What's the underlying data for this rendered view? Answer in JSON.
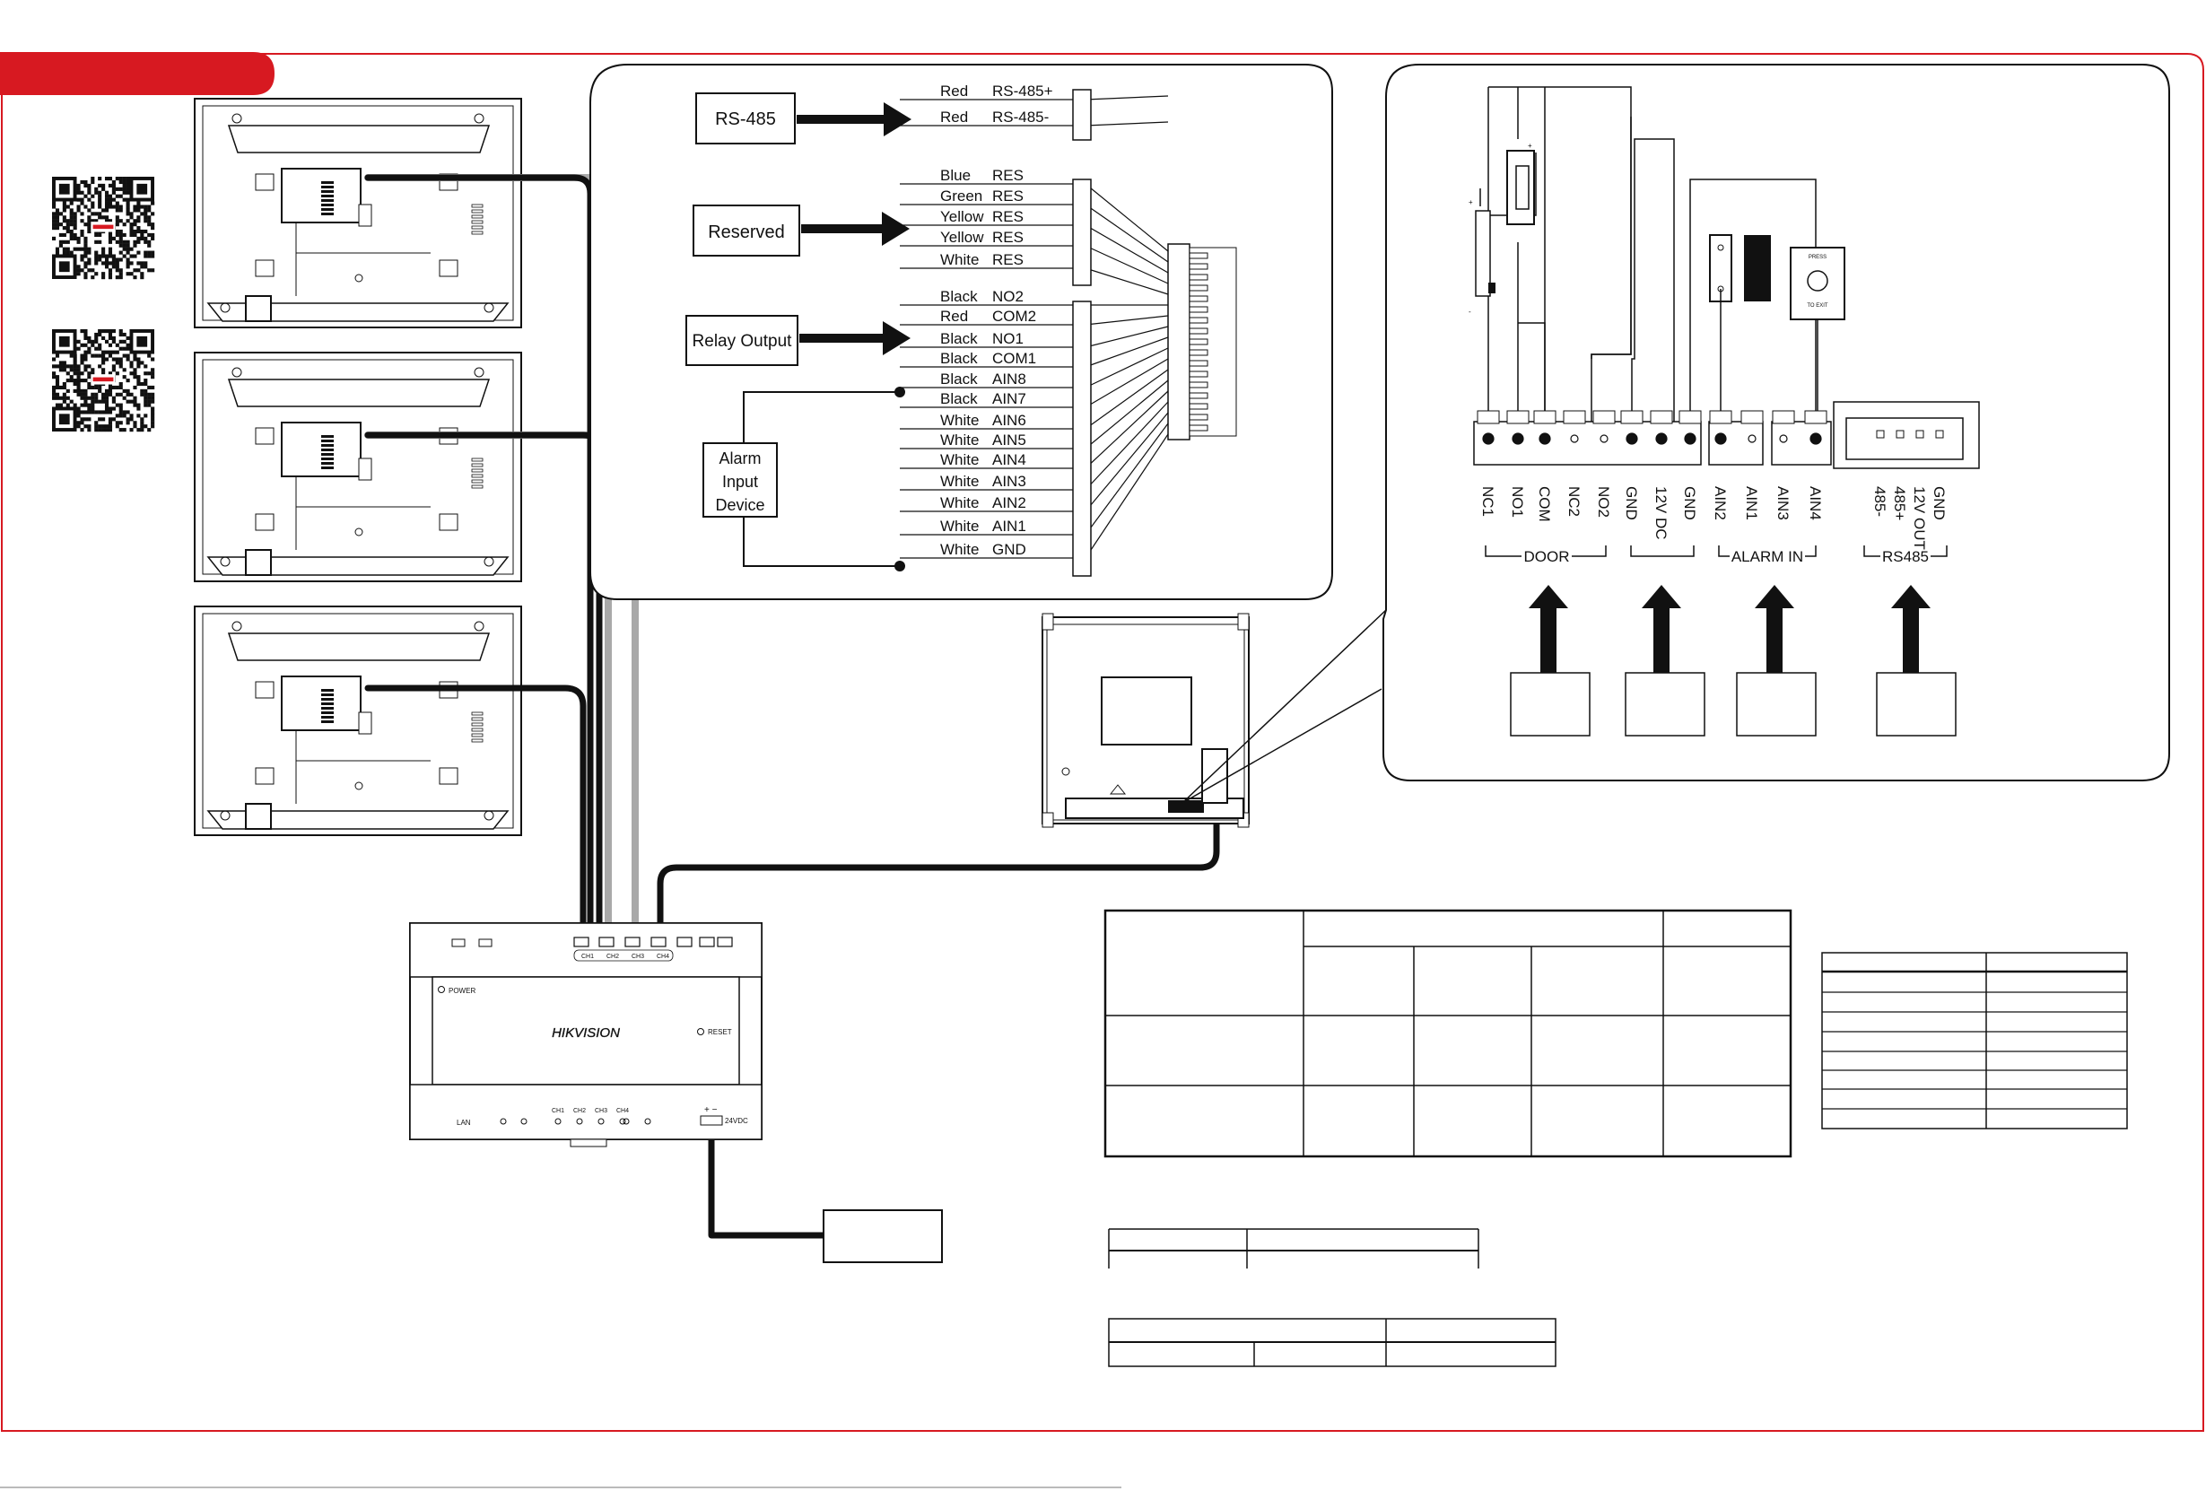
{
  "colors": {
    "accent": "#d71921",
    "line": "#111111",
    "gray_cable": "#a9a9a9"
  },
  "wiring": {
    "rs485_box": "RS-485",
    "reserved_box": "Reserved",
    "relay_box": "Relay Output",
    "alarm_box": [
      "Alarm",
      "Input",
      "Device"
    ],
    "wires": [
      {
        "color": "Red",
        "signal": "RS-485+"
      },
      {
        "color": "Red",
        "signal": "RS-485-"
      },
      {
        "color": "Blue",
        "signal": "RES"
      },
      {
        "color": "Green",
        "signal": "RES"
      },
      {
        "color": "Yellow",
        "signal": "RES"
      },
      {
        "color": "Yellow",
        "signal": "RES"
      },
      {
        "color": "White",
        "signal": "RES"
      },
      {
        "color": "Black",
        "signal": "NO2"
      },
      {
        "color": "Red",
        "signal": "COM2"
      },
      {
        "color": "Black",
        "signal": "NO1"
      },
      {
        "color": "Black",
        "signal": "COM1"
      },
      {
        "color": "Black",
        "signal": "AIN8"
      },
      {
        "color": "Black",
        "signal": "AIN7"
      },
      {
        "color": "White",
        "signal": "AIN6"
      },
      {
        "color": "White",
        "signal": "AIN5"
      },
      {
        "color": "White",
        "signal": "AIN4"
      },
      {
        "color": "White",
        "signal": "AIN3"
      },
      {
        "color": "White",
        "signal": "AIN2"
      },
      {
        "color": "White",
        "signal": "AIN1"
      },
      {
        "color": "White",
        "signal": "GND"
      }
    ]
  },
  "terminals": {
    "labels": [
      "NC1",
      "NO1",
      "COM",
      "NC2",
      "NO2",
      "GND",
      "12V DC",
      "GND",
      "AIN2",
      "AIN1",
      "AIN3",
      "AIN4",
      "485-",
      "485+",
      "12V OUT",
      "GND"
    ],
    "groups": [
      "DOOR",
      "ALARM IN",
      "RS485"
    ],
    "exit_button_top": "PRESS",
    "exit_button_bottom": "TO EXIT",
    "plus_sign": "+",
    "minus_sign": "-"
  },
  "distributor": {
    "brand": "HIKVISION",
    "power_label": "POWER",
    "reset_label": "RESET",
    "lan_label": "LAN",
    "channels": [
      "CH1",
      "CH2",
      "CH3",
      "CH4"
    ],
    "dc_label": "24VDC",
    "dc_polarity": "+ −"
  }
}
